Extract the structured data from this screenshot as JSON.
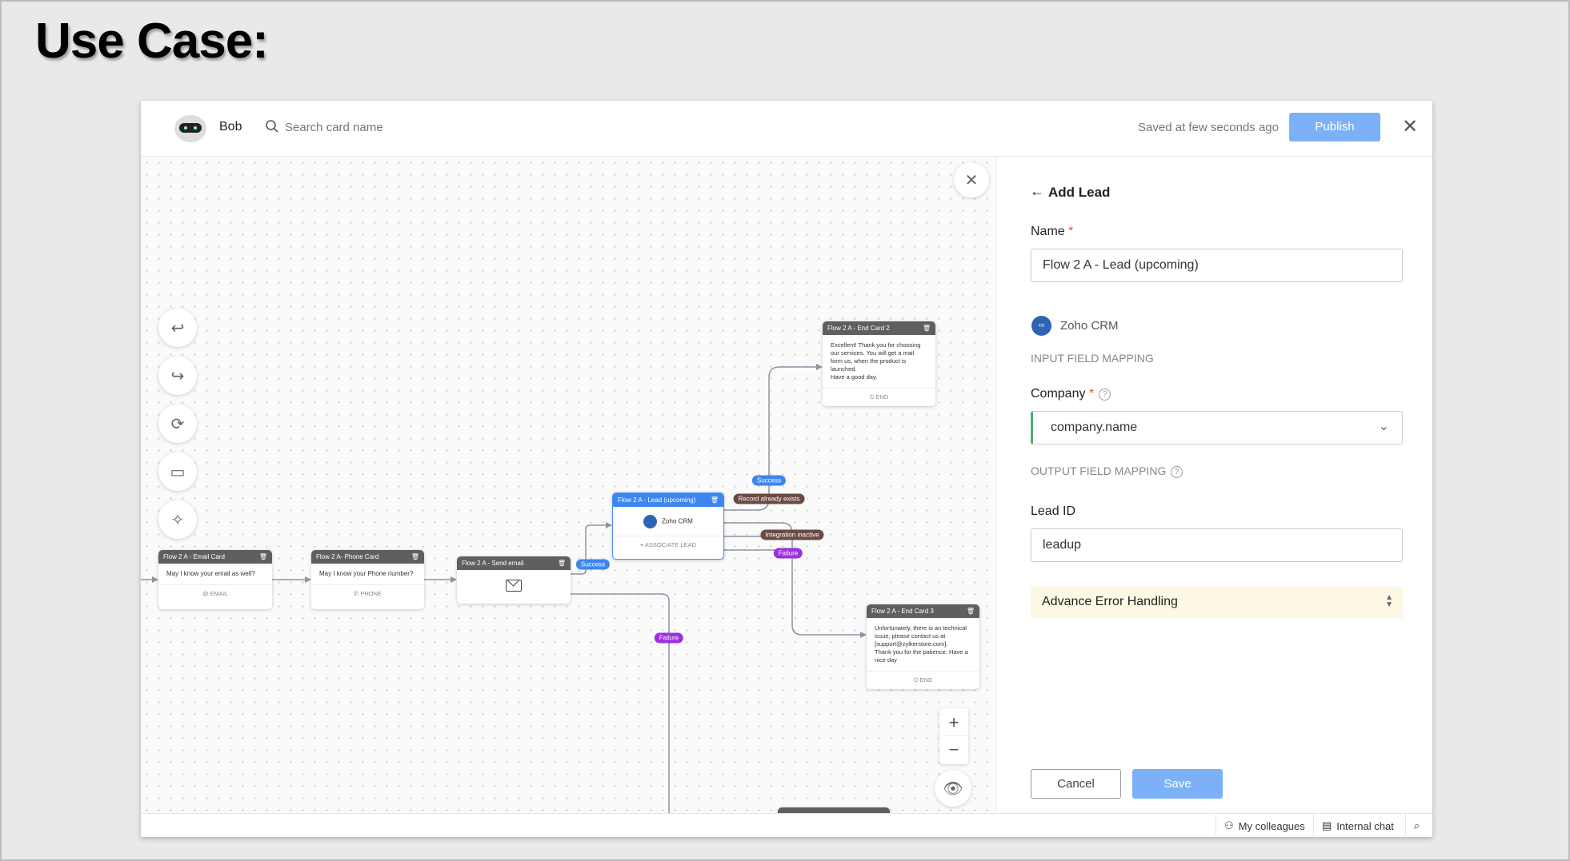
{
  "page_title": "Use Case:",
  "header": {
    "bot_name": "Bob",
    "search_placeholder": "Search card name",
    "saved_status": "Saved at few seconds ago",
    "publish_label": "Publish",
    "close_icon": "close-icon"
  },
  "canvas": {
    "cards": {
      "email": {
        "title": "Flow 2 A - Email Card",
        "body": "May I know your email as well?",
        "footer": "EMAIL"
      },
      "phone": {
        "title": "Flow 2 A- Phone Card",
        "body": "May I know your Phone number?",
        "footer": "PHONE"
      },
      "send_email": {
        "title": "Flow 2 A - Send email"
      },
      "lead": {
        "title": "Flow 2 A - Lead (upcoming)",
        "body": "Zoho CRM",
        "footer": "ASSOCIATE LEAD"
      },
      "end2": {
        "title": "Flow 2 A - End Card 2",
        "body_lines": [
          "Excellent! Thank you for choosing our services. You will get a mail form us, when the product is launched.",
          "Have a good day."
        ],
        "footer": "END"
      },
      "end3": {
        "title": "Flow 2 A - End Card 3",
        "body_lines": [
          "Unfortunately, there is an technical issue, please contact us at [support@zylkerstore.com].",
          "Thank you for the patience. Have a nice day"
        ],
        "footer": "END"
      }
    },
    "edge_labels": {
      "send_success": "Success",
      "send_failure": "Failure",
      "lead_success": "Success",
      "lead_record_exists": "Record already exists",
      "lead_integration_inactive": "Integration inactive",
      "lead_failure": "Failure"
    },
    "colors": {
      "success": "#3d86f0",
      "failure": "#9b30e0",
      "neutral": "#6b4a44",
      "card_header": "#5f5f5f"
    }
  },
  "panel": {
    "back_title": "Add Lead",
    "name_label": "Name",
    "name_value": "Flow 2 A - Lead (upcoming)",
    "integration": "Zoho CRM",
    "input_mapping": "INPUT FIELD MAPPING",
    "company_label": "Company",
    "company_value": "company.name",
    "output_mapping": "OUTPUT FIELD MAPPING",
    "lead_id_label": "Lead ID",
    "lead_id_value": "leadup",
    "advance_error": "Advance Error Handling",
    "cancel_label": "Cancel",
    "save_label": "Save",
    "required_mark": "*"
  },
  "bottombar": {
    "colleagues": "My colleagues",
    "chat": "Internal chat"
  }
}
